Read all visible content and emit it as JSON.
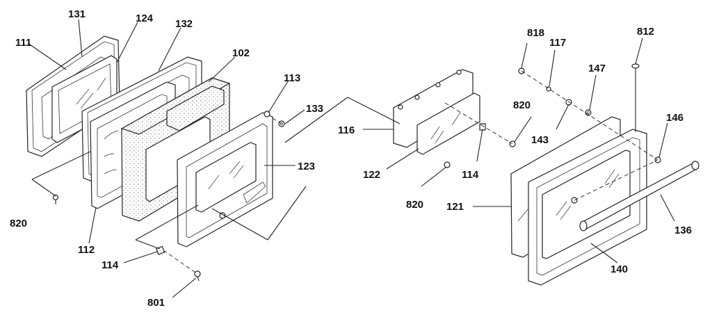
{
  "labels": {
    "l111": "111",
    "l131": "131",
    "l124": "124",
    "l132": "132",
    "l102": "102",
    "l113": "113",
    "l133": "133",
    "l123": "123",
    "l820a": "820",
    "l112": "112",
    "l114a": "114",
    "l801": "801",
    "l116": "116",
    "l122": "122",
    "l820b": "820",
    "l820c": "820",
    "l114b": "114",
    "l818": "818",
    "l117": "117",
    "l147": "147",
    "l812": "812",
    "l143": "143",
    "l146": "146",
    "l121": "121",
    "l136": "136",
    "l140": "140"
  }
}
